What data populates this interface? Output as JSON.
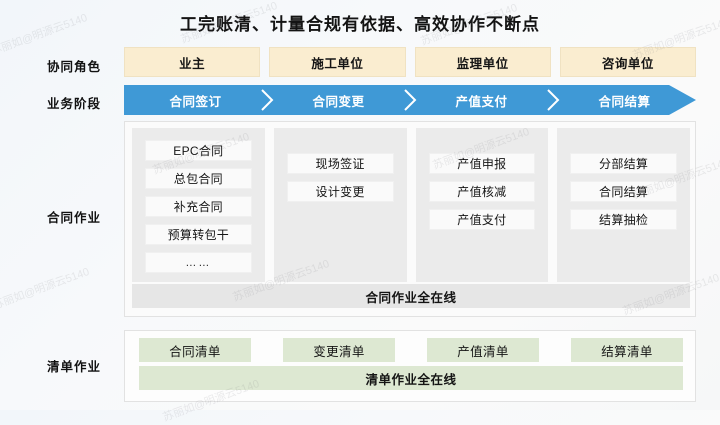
{
  "title": "工完账清、计量合规有依据、高效协作不断点",
  "row_labels": {
    "roles": "协同角色",
    "stages": "业务阶段",
    "contract": "合同作业",
    "list": "清单作业"
  },
  "roles": [
    {
      "label": "业主"
    },
    {
      "label": "施工单位"
    },
    {
      "label": "监理单位"
    },
    {
      "label": "咨询单位"
    }
  ],
  "stages": [
    {
      "label": "合同签订"
    },
    {
      "label": "合同变更"
    },
    {
      "label": "产值支付"
    },
    {
      "label": "合同结算"
    }
  ],
  "contract_columns": [
    {
      "items": [
        {
          "label": "EPC合同"
        },
        {
          "label": "总包合同"
        },
        {
          "label": "补充合同"
        },
        {
          "label": "预算转包干"
        },
        {
          "label": "……"
        }
      ]
    },
    {
      "items": [
        {
          "label": "现场签证"
        },
        {
          "label": "设计变更"
        }
      ]
    },
    {
      "items": [
        {
          "label": "产值申报"
        },
        {
          "label": "产值核减"
        },
        {
          "label": "产值支付"
        }
      ]
    },
    {
      "items": [
        {
          "label": "分部结算"
        },
        {
          "label": "合同结算"
        },
        {
          "label": "结算抽检"
        }
      ]
    }
  ],
  "contract_online_bar": "合同作业全在线",
  "list_items": [
    {
      "label": "合同清单"
    },
    {
      "label": "变更清单"
    },
    {
      "label": "产值清单"
    },
    {
      "label": "结算清单"
    }
  ],
  "list_online_bar": "清单作业全在线",
  "watermark": "苏丽如@明源云5140",
  "colors": {
    "role_fill": "#faedd0",
    "stage_fill": "#3f99d6",
    "panel_fill": "#ebebeb",
    "item_fill": "#fafafa",
    "online_bar_fill": "#e6e6e6",
    "list_fill": "#dde8d2",
    "title_color": "#141414"
  }
}
